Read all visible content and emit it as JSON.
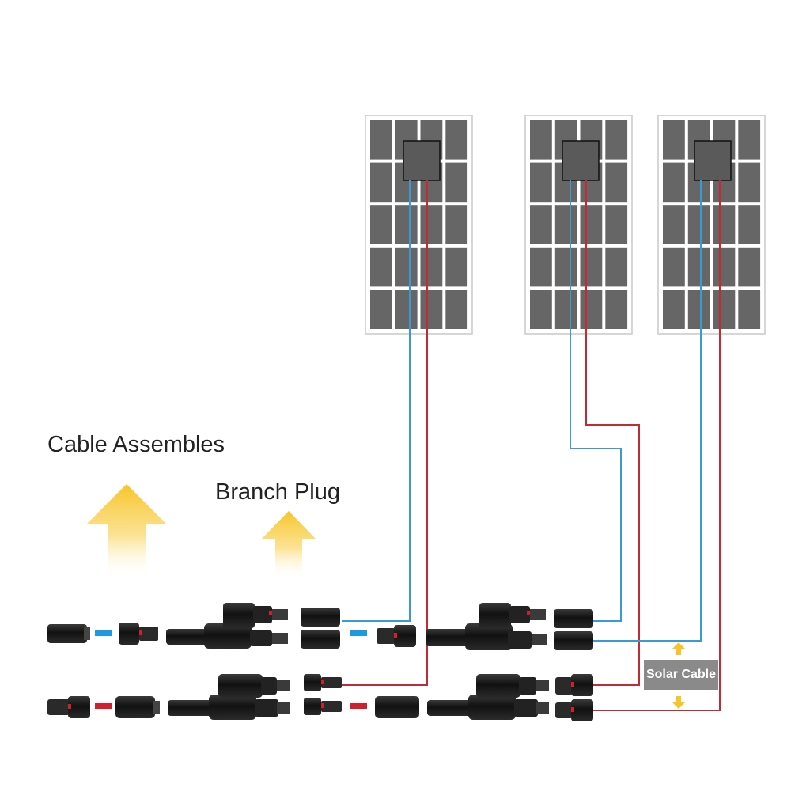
{
  "labels": {
    "cable_assembles": "Cable Assembles",
    "branch_plug": "Branch Plug",
    "solar_cable": "Solar Cable"
  },
  "panels": [
    {
      "name": "solar-panel-1",
      "rows": 5,
      "cols": 4
    },
    {
      "name": "solar-panel-2",
      "rows": 5,
      "cols": 4
    },
    {
      "name": "solar-panel-3",
      "rows": 5,
      "cols": 4
    }
  ],
  "colors": {
    "cell": "#666666",
    "panel_frame": "#c9c9c9",
    "junction_box": "#5a5a5a",
    "negative_wire": "#3a9ad3",
    "positive_wire": "#c22a36",
    "negative_dash": "#1a9ae0",
    "positive_dash": "#d21f2e",
    "arrow": "#f7c52a",
    "connector": "#1c1c1c",
    "solar_cable_box": "#8a8a8a"
  },
  "icons": [
    "up-arrow-icon",
    "down-arrow-icon",
    "y-branch-connector-icon",
    "mc4-connector-icon"
  ]
}
